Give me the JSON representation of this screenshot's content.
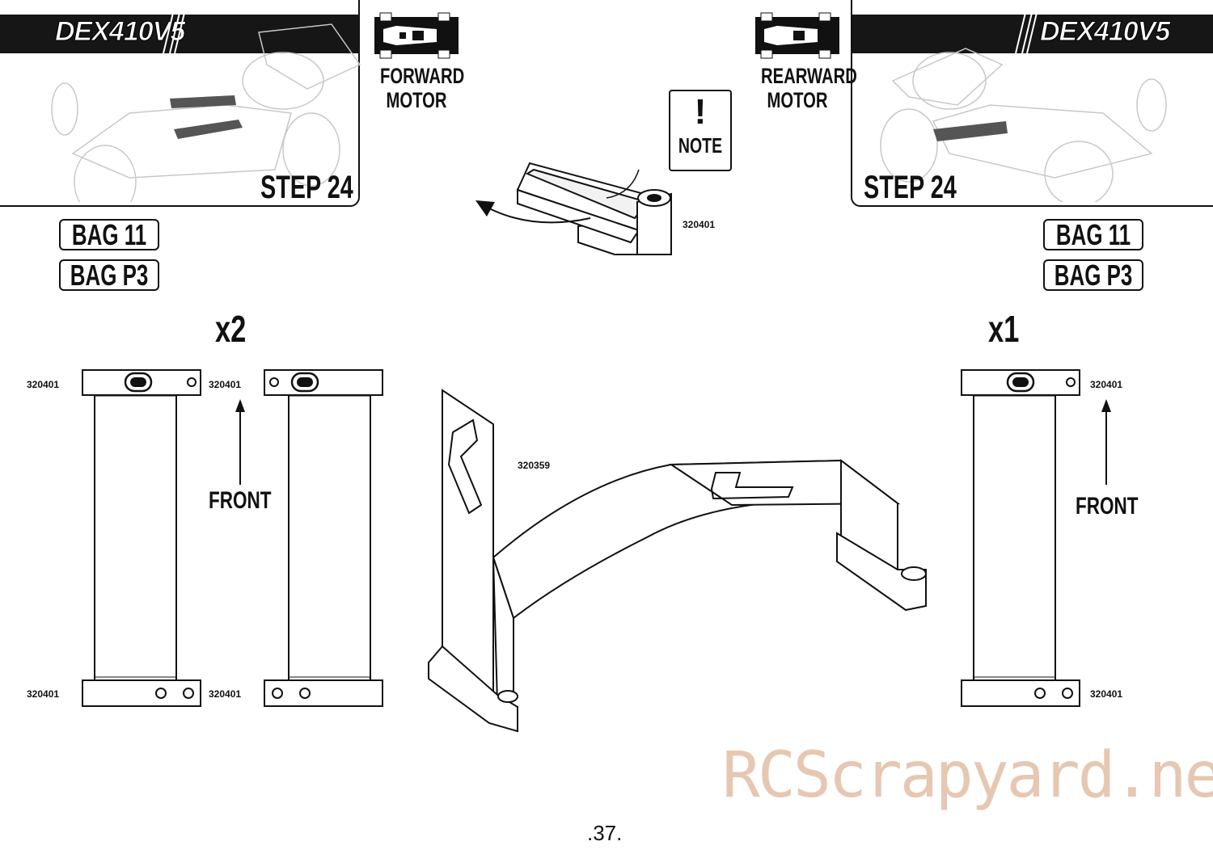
{
  "left_panel": {
    "logo": "DEX410V5",
    "step": "STEP 24",
    "motor_label": [
      "FORWARD",
      "MOTOR"
    ],
    "bags": [
      "BAG 11",
      "BAG P3"
    ]
  },
  "right_panel": {
    "logo": "DEX410V5",
    "step": "STEP 24",
    "motor_label": [
      "REARWARD",
      "MOTOR"
    ],
    "bags": [
      "BAG 11",
      "BAG P3"
    ]
  },
  "note": {
    "icon": "exclamation-icon",
    "label": "NOTE",
    "part_number": "320401"
  },
  "left_group": {
    "quantity": "x2",
    "front_label": "FRONT",
    "part_numbers": [
      "320401",
      "320401",
      "320401",
      "320401"
    ]
  },
  "right_group": {
    "quantity": "x1",
    "front_label": "FRONT",
    "part_numbers": [
      "320401",
      "320401"
    ]
  },
  "center_part": {
    "part_number": "320359"
  },
  "watermark": "RCScrapyard.net",
  "page_number": ".37."
}
